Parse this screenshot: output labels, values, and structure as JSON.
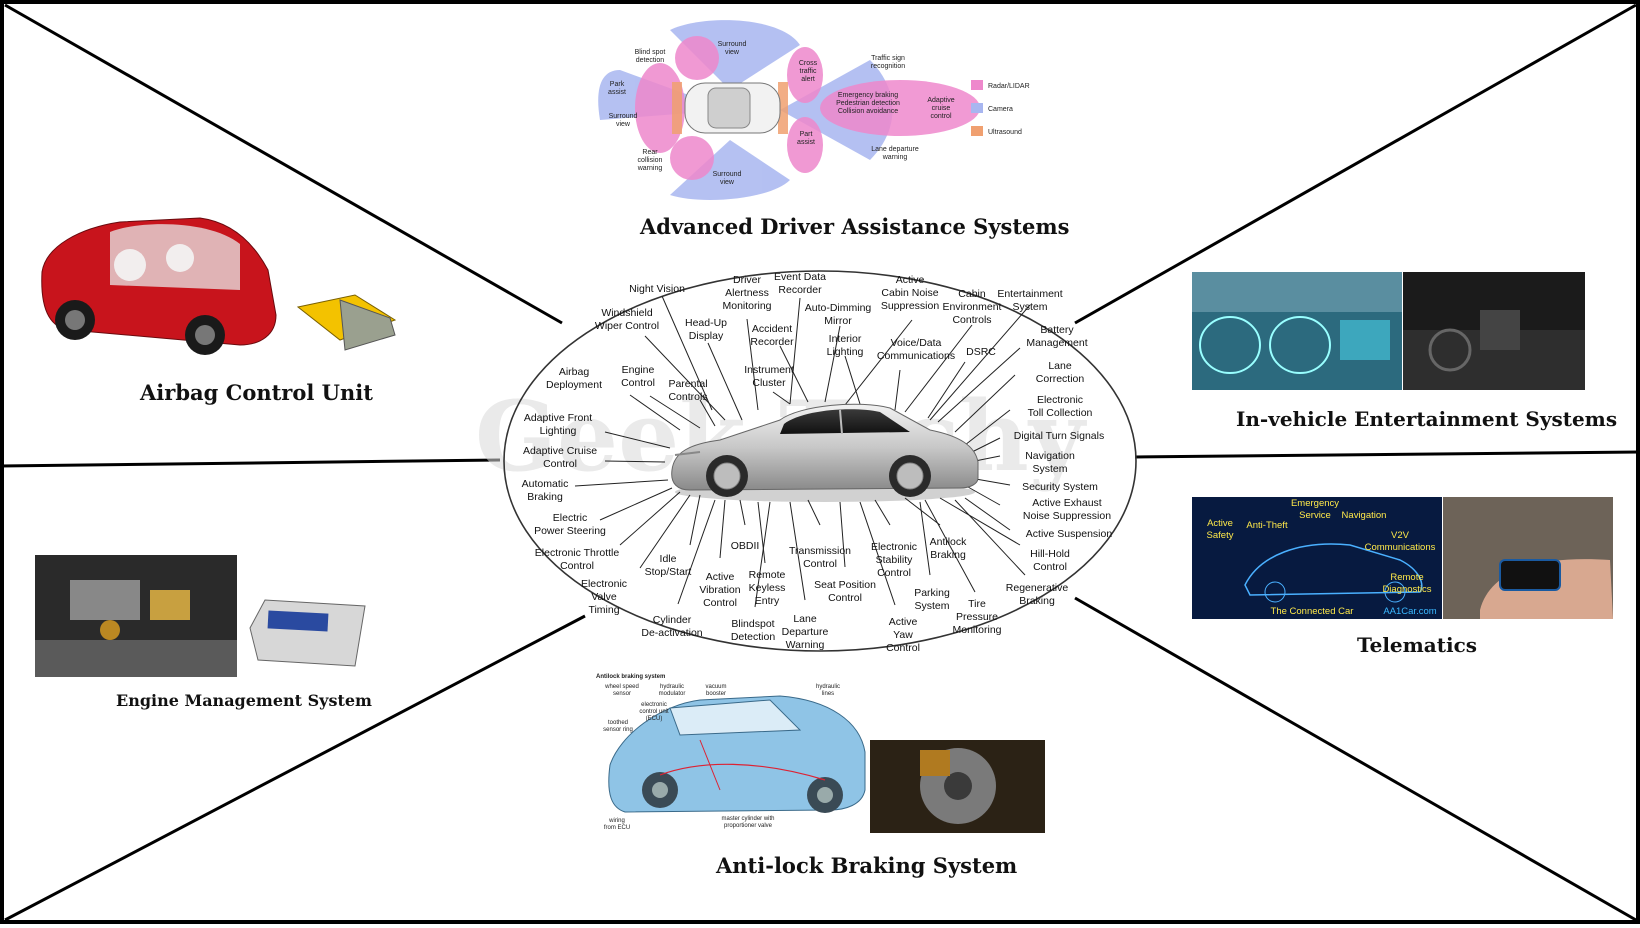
{
  "sections": {
    "adas": "Advanced Driver Assistance Systems",
    "airbag": "Airbag Control Unit",
    "infotainment": "In-vehicle Entertainment Systems",
    "engine": "Engine Management System",
    "telematics": "Telematics",
    "abs": "Anti-lock Braking System"
  },
  "watermark": "Geek Techy",
  "ecu_labels": [
    "Night Vision",
    "Windshield\nWiper Control",
    "Head-Up\nDisplay",
    "Driver\nAlertness\nMonitoring",
    "Event Data\nRecorder",
    "Accident\nRecorder",
    "Auto-Dimming\nMirror",
    "Active\nCabin Noise\nSuppression",
    "Cabin\nEnvironment\nControls",
    "Entertainment\nSystem",
    "Interior\nLighting",
    "Voice/Data\nCommunications",
    "DSRC",
    "Battery\nManagement",
    "Airbag\nDeployment",
    "Engine\nControl",
    "Parental\nControls",
    "Instrument\nCluster",
    "Lane\nCorrection",
    "Adaptive Front\nLighting",
    "Electronic\nToll Collection",
    "Digital Turn Signals",
    "Adaptive Cruise\nControl",
    "Navigation\nSystem",
    "Automatic\nBraking",
    "Security System",
    "Active Exhaust\nNoise Suppression",
    "Electric\nPower Steering",
    "Active Suspension",
    "Electronic Throttle\nControl",
    "Idle\nStop/Start",
    "OBDII",
    "Transmission\nControl",
    "Electronic\nStability\nControl",
    "Antilock\nBraking",
    "Hill-Hold\nControl",
    "Electronic\nValve\nTiming",
    "Active\nVibration\nControl",
    "Remote\nKeyless\nEntry",
    "Seat Position\nControl",
    "Parking\nSystem",
    "Regenerative\nBraking",
    "Cylinder\nDe-activation",
    "Blindspot\nDetection",
    "Lane\nDeparture\nWarning",
    "Active\nYaw\nControl",
    "Tire\nPressure\nMonitoring"
  ],
  "adas_diagram": {
    "labels": [
      "Blind spot\ndetection",
      "Surround\nview",
      "Park\nassist",
      "Surround\nview",
      "Rear\ncollision\nwarning",
      "Surround\nview",
      "Cross\ntraffic\nalert",
      "Traffic sign\nrecognition",
      "Emergency braking\nPedestrian detection\nCollision avoidance",
      "Adaptive\ncruise\ncontrol",
      "Part\nassist",
      "Lane departure\nwarning"
    ],
    "legend": [
      {
        "label": "Radar/LIDAR",
        "color": "#ee88cc"
      },
      {
        "label": "Camera",
        "color": "#a8b6f0"
      },
      {
        "label": "Ultrasound",
        "color": "#f0a070"
      }
    ]
  },
  "abs_diagram": {
    "title": "Antilock braking system",
    "labels": [
      "wheel speed\nsensor",
      "hydraulic\nmodulator",
      "vacuum\nbooster",
      "hydraulic\nlines",
      "electronic\ncontrol unit\n(ECU)",
      "toothed\nsensor ring",
      "wiring\nfrom ECU",
      "master cylinder with\nproportioner valve"
    ]
  },
  "telematics_image": {
    "labels": [
      "Active\nSafety",
      "Anti-Theft",
      "Emergency\nService",
      "Navigation",
      "V2V\nCommunications",
      "Remote\nDiagnostics",
      "The Connected Car",
      "AA1Car.com"
    ]
  }
}
